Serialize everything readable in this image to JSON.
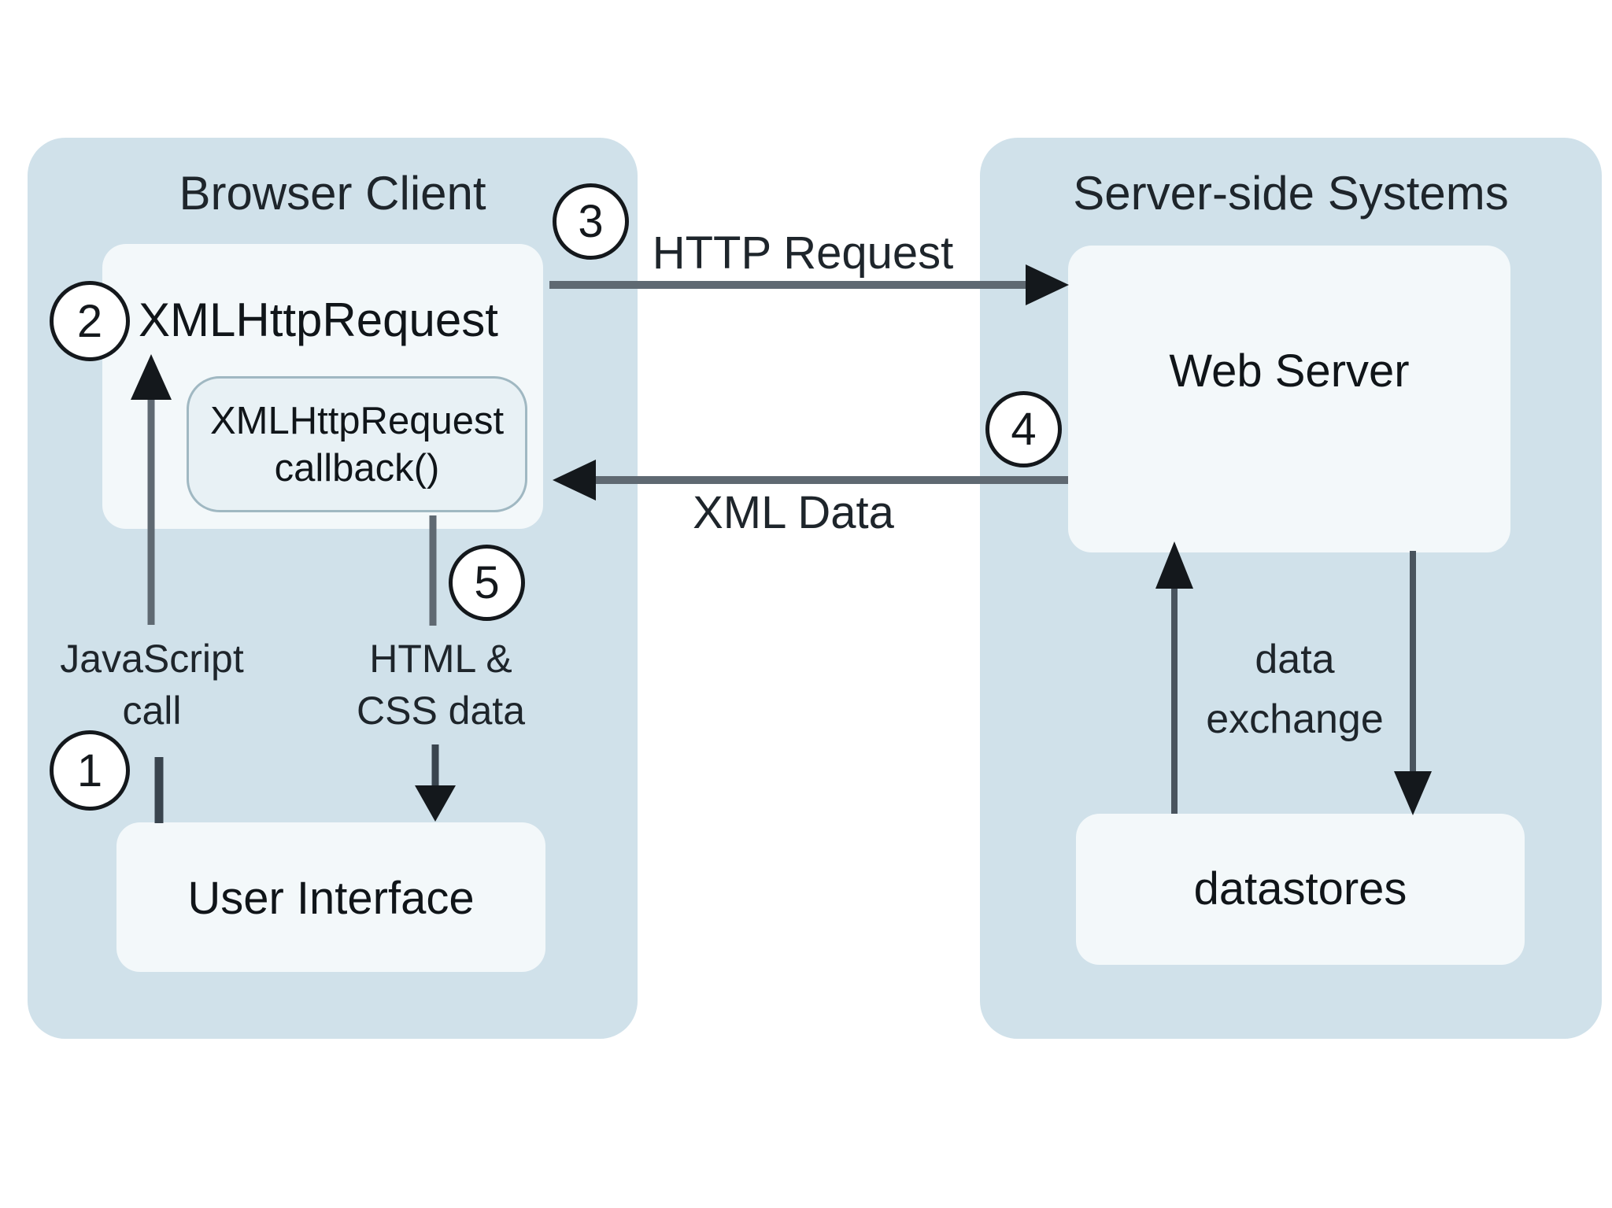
{
  "colors": {
    "background": "#ffffff",
    "panel_fill": "#d0e1ea",
    "box_fill": "#f3f8fa",
    "callback_fill": "#e8f1f5",
    "callback_border": "#a0b8c2",
    "arrow_gray": "#5f6972",
    "arrow_dark": "#39444e",
    "arrow_mid": "#49545e",
    "arrowhead": "#14181c",
    "text": "#1e252b",
    "circle_fill": "#ffffff",
    "circle_border": "#14181c"
  },
  "panels": {
    "browser": {
      "title": "Browser Client"
    },
    "server": {
      "title": "Server-side Systems"
    }
  },
  "nodes": {
    "xhr": "XMLHttpRequest",
    "callback_line1": "XMLHttpRequest",
    "callback_line2": "callback()",
    "user_interface": "User Interface",
    "web_server": "Web Server",
    "datastores": "datastores"
  },
  "flows": {
    "http_request": "HTTP Request",
    "xml_data": "XML Data",
    "javascript_line1": "JavaScript",
    "javascript_line2": "call",
    "htmlcss_line1": "HTML &",
    "htmlcss_line2": "CSS data",
    "exchange_line1": "data",
    "exchange_line2": "exchange"
  },
  "steps": [
    "1",
    "2",
    "3",
    "4",
    "5"
  ]
}
